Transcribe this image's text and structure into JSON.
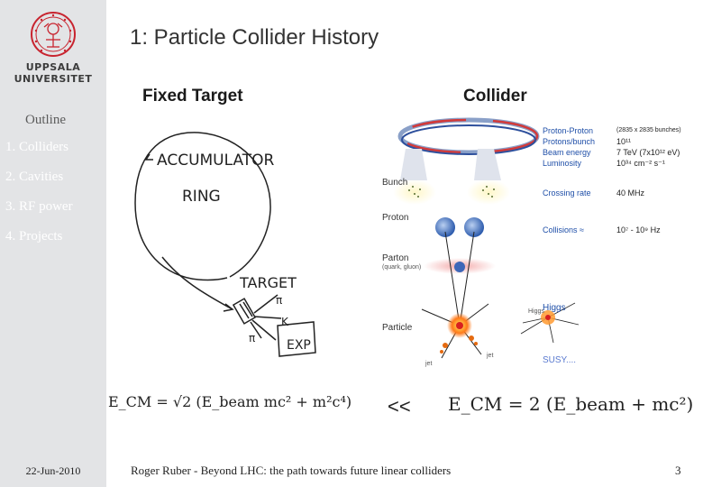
{
  "sidebar": {
    "university_name": "UPPSALA\nUNIVERSITET",
    "outline_title": "Outline",
    "items": [
      {
        "label": "1. Colliders"
      },
      {
        "label": "2. Cavities"
      },
      {
        "label": "3. RF power"
      },
      {
        "label": "4. Projects"
      }
    ],
    "date": "22-Jun-2010"
  },
  "slide": {
    "title": "1: Particle Collider History",
    "fixed_target_label": "Fixed Target",
    "collider_label": "Collider",
    "sketch": {
      "accumulator": "ACCUMULATOR",
      "ring": "RING",
      "target": "TARGET",
      "pi1": "π",
      "k": "K",
      "pi2": "π",
      "exp": "EXP"
    },
    "diagram": {
      "bunch": "Bunch",
      "proton": "Proton",
      "parton": "Parton",
      "parton_sub": "(quark, gluon)",
      "particle": "Particle",
      "higgs": "Higgs",
      "susy": "SUSY....",
      "jet1": "jet",
      "jet2": "jet",
      "specs": [
        {
          "label": "Proton-Proton",
          "value": "(2835 x 2835 bunches)"
        },
        {
          "label": "Protons/bunch",
          "value": "10¹¹"
        },
        {
          "label": "Beam energy",
          "value": "7 TeV (7x10¹² eV)"
        },
        {
          "label": "Luminosity",
          "value": "10³⁴ cm⁻² s⁻¹"
        },
        {
          "label": "Crossing rate",
          "value": "40 MHz"
        },
        {
          "label": "Collisions ≈",
          "value": "10⁷ - 10⁹ Hz"
        }
      ]
    },
    "equations": {
      "left": "E_CM = √2 (E_beam mc² + m²c⁴)",
      "relation": "<<",
      "right": "E_CM = 2 (E_beam + mc²)"
    }
  },
  "footer": {
    "text": "Roger Ruber - Beyond LHC: the path towards future linear colliders",
    "page": "3"
  },
  "colors": {
    "sidebar_bg": "#e3e4e6",
    "seal_red": "#c8242f",
    "spec_blue": "#1f4fa8"
  }
}
